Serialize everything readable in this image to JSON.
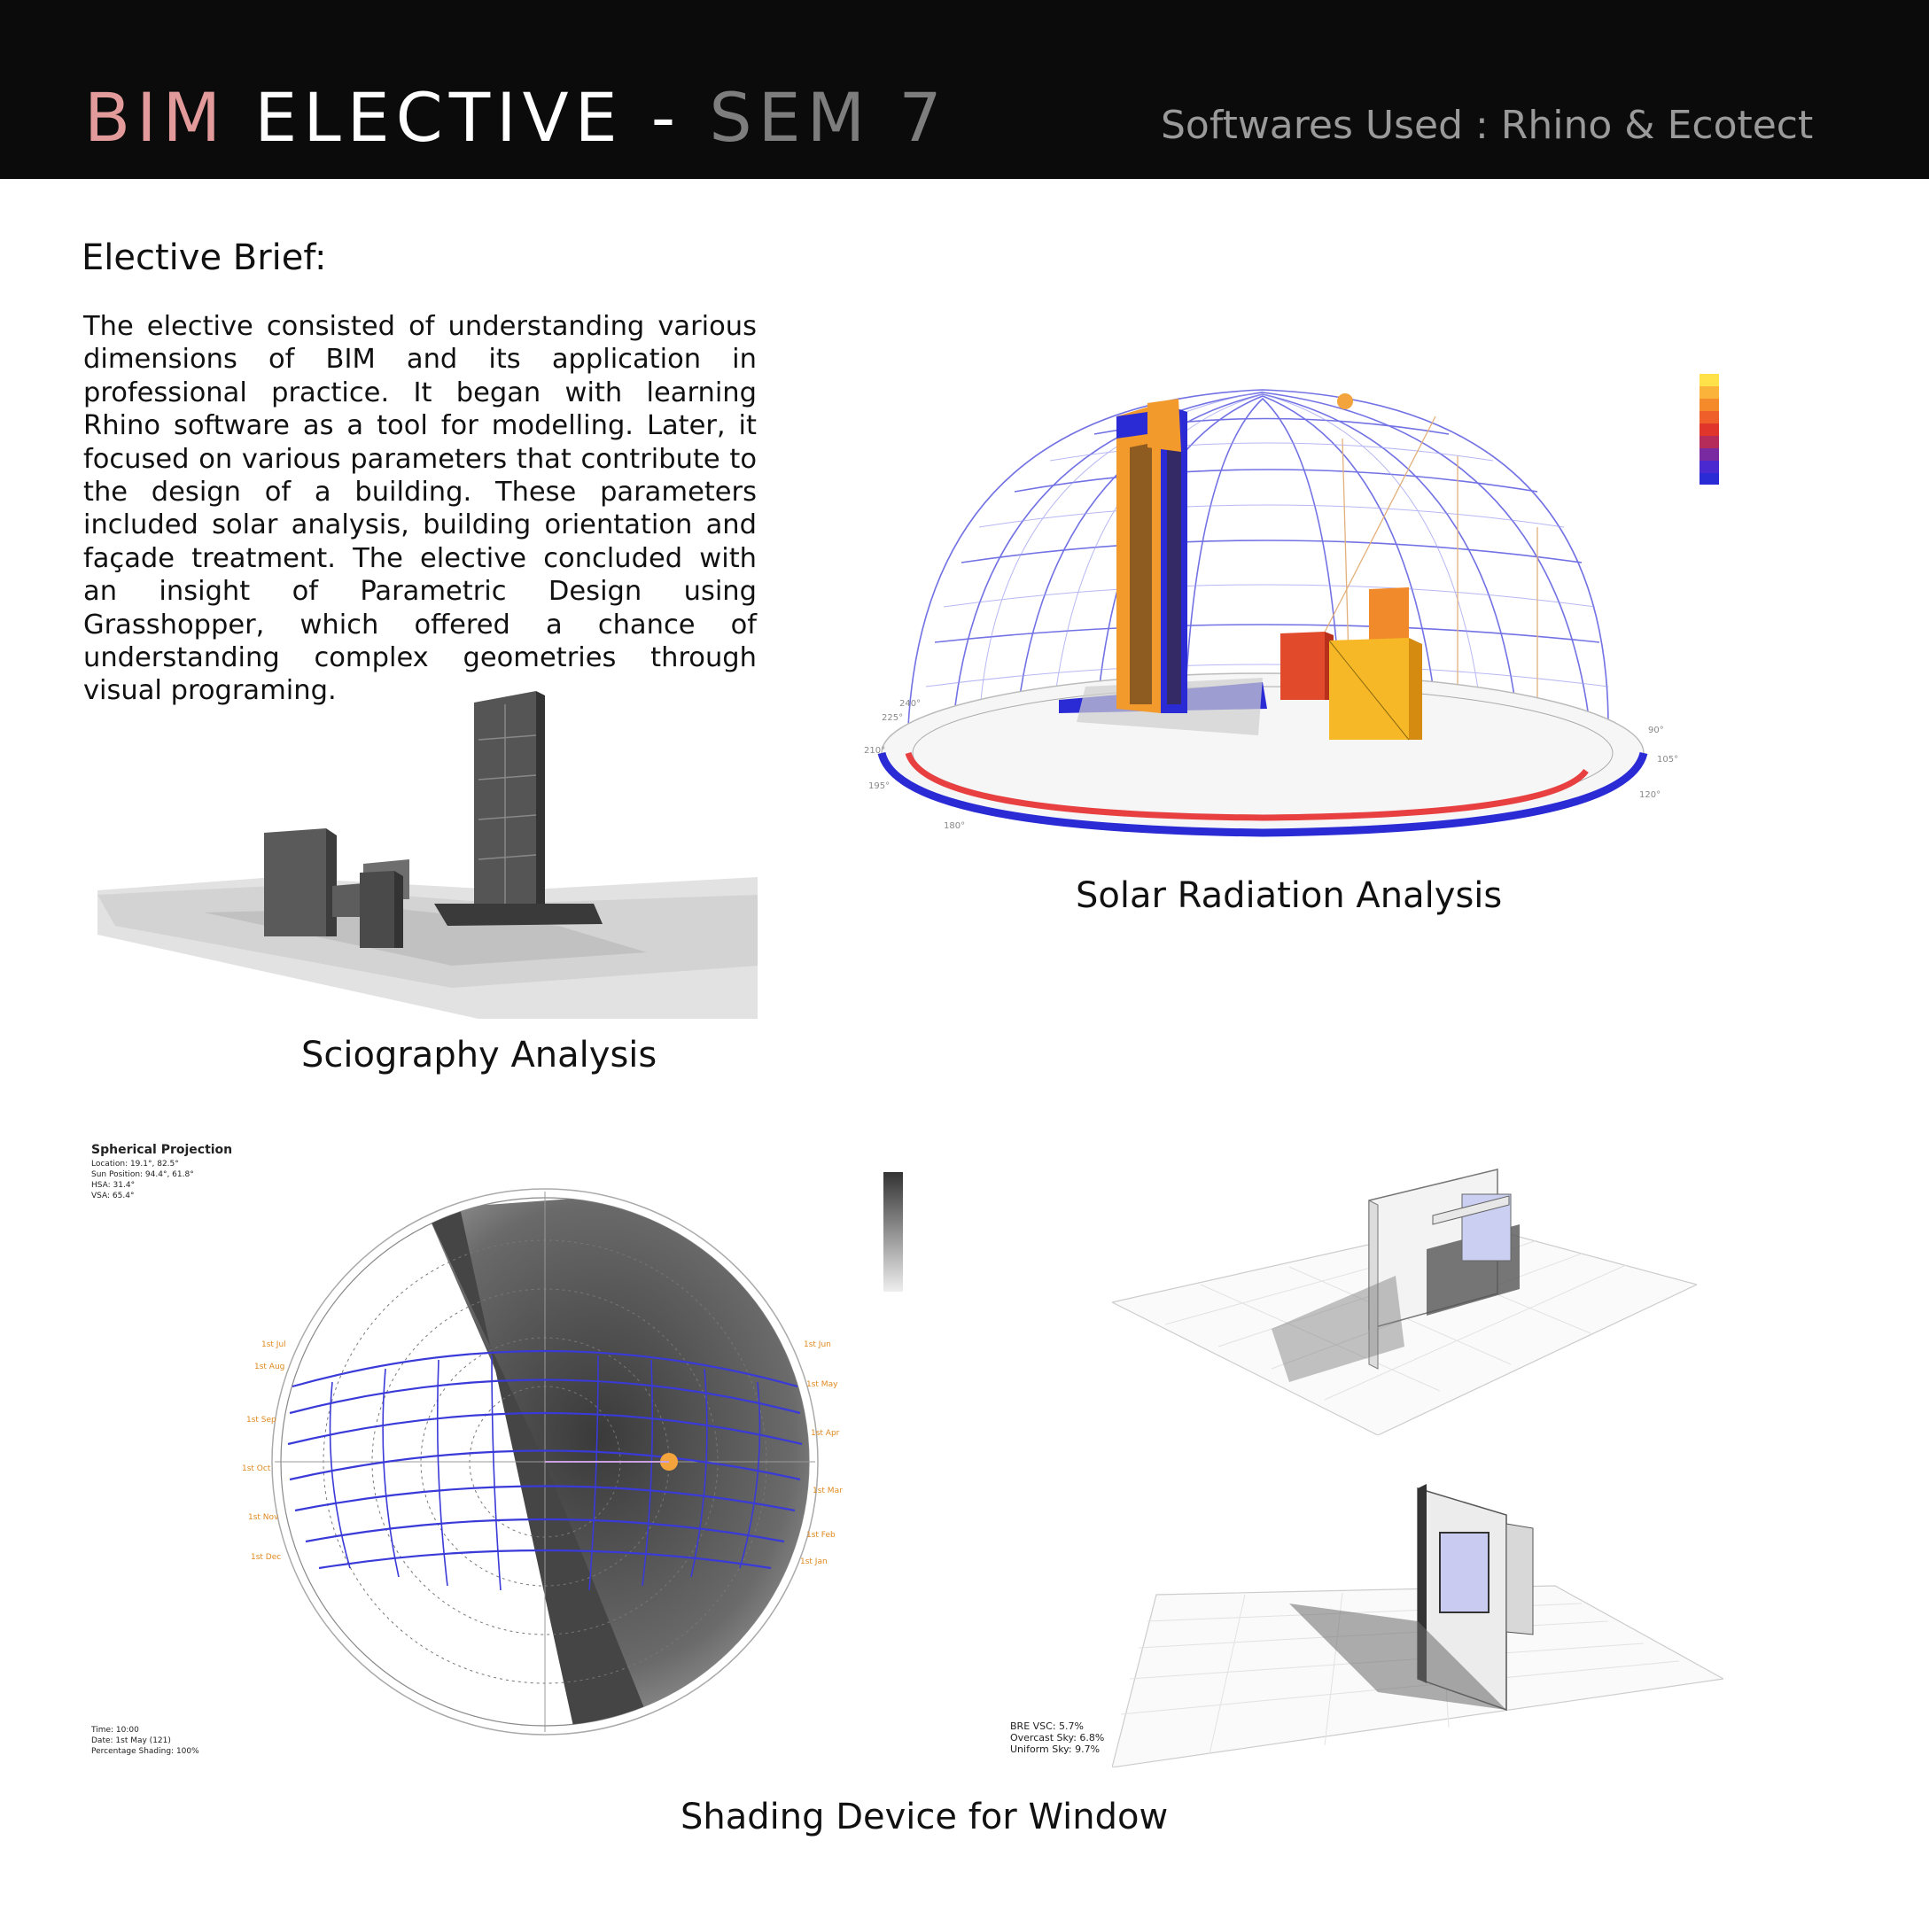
{
  "header": {
    "title_bim": "BIM",
    "title_elective": "ELECTIVE",
    "title_dash": "-",
    "title_sem": "SEM 7",
    "softwares": "Softwares Used : Rhino & Ecotect"
  },
  "brief": {
    "heading": "Elective Brief:",
    "text": "The elective consisted of understanding various dimensions of BIM and its application in professional practice. It began with learning Rhino software as a tool for modelling. Later, it focused on various parameters that contribute to the design of a building. These parameters included solar analysis, building orientation and façade treatment. The elective concluded with an insight of Parametric Design using Grasshopper, which offered a chance of understanding complex geometries through visual programing."
  },
  "captions": {
    "solar": "Solar Radiation Analysis",
    "sciography": "Sciography Analysis",
    "shading": "Shading Device for Window"
  },
  "spherical": {
    "title": "Spherical Projection",
    "location": "Location: 19.1°, 82.5°",
    "sun_position": "Sun Position: 94.4°, 61.8°",
    "hsa": "HSA: 31.4°",
    "vsa": "VSA: 65.4°",
    "time": "Time: 10:00",
    "date": "Date: 1st May (121)",
    "shading": "Percentage Shading: 100%"
  },
  "window_readout": {
    "vsc": "BRE VSC: 5.7%",
    "overcast": "Overcast Sky: 6.8%",
    "uniform": "Uniform Sky: 9.7%"
  },
  "colors": {
    "header_bg": "#0c0b0b",
    "bim": "#e39a9a",
    "sem": "#7d7d7d",
    "orange": "#f39a2c",
    "blue": "#2b2bd6",
    "red": "#e84040"
  }
}
